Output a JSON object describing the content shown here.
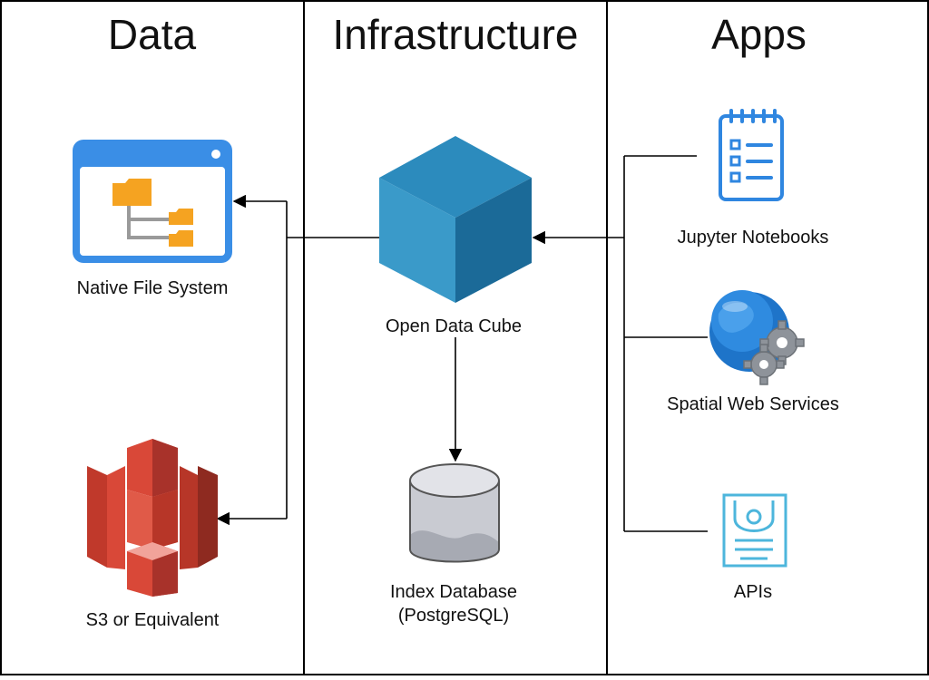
{
  "columns": {
    "data": "Data",
    "infrastructure": "Infrastructure",
    "apps": "Apps"
  },
  "nodes": {
    "native_fs": "Native File System",
    "s3": "S3 or Equivalent",
    "odc": "Open Data Cube",
    "index_db_line1": "Index Database",
    "index_db_line2": "(PostgreSQL)",
    "jupyter": "Jupyter Notebooks",
    "spatial": "Spatial Web Services",
    "apis": "APIs"
  },
  "icons": {
    "native_fs": "folder-tree-window-icon",
    "s3": "s3-bucket-icon",
    "odc": "cube-icon",
    "index_db": "database-cylinder-icon",
    "jupyter": "notebook-icon",
    "spatial": "globe-gears-icon",
    "apis": "api-document-icon"
  },
  "colors": {
    "window_blue": "#3a8ee6",
    "folder_orange": "#f5a321",
    "s3_red": "#d94838",
    "cube_top": "#2c8bbd",
    "cube_left": "#3a9ac9",
    "cube_right": "#1b6a98",
    "db_gray": "#c9cbd2",
    "notebook_blue": "#2f86e0",
    "globe_blue": "#1e74c9",
    "gear_gray": "#8e939a",
    "api_blue": "#4db6dc"
  }
}
